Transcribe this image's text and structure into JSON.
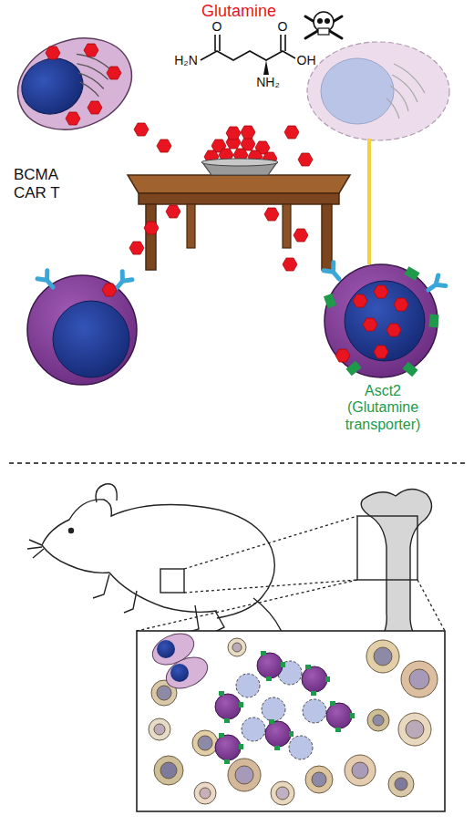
{
  "diagram": {
    "labels": [
      "Glutamine",
      "O",
      "O",
      "H₂N",
      "OH",
      "NH₂",
      "BCMA CAR T",
      "Asct2 (Glutamine transporter)"
    ]
  }
}
